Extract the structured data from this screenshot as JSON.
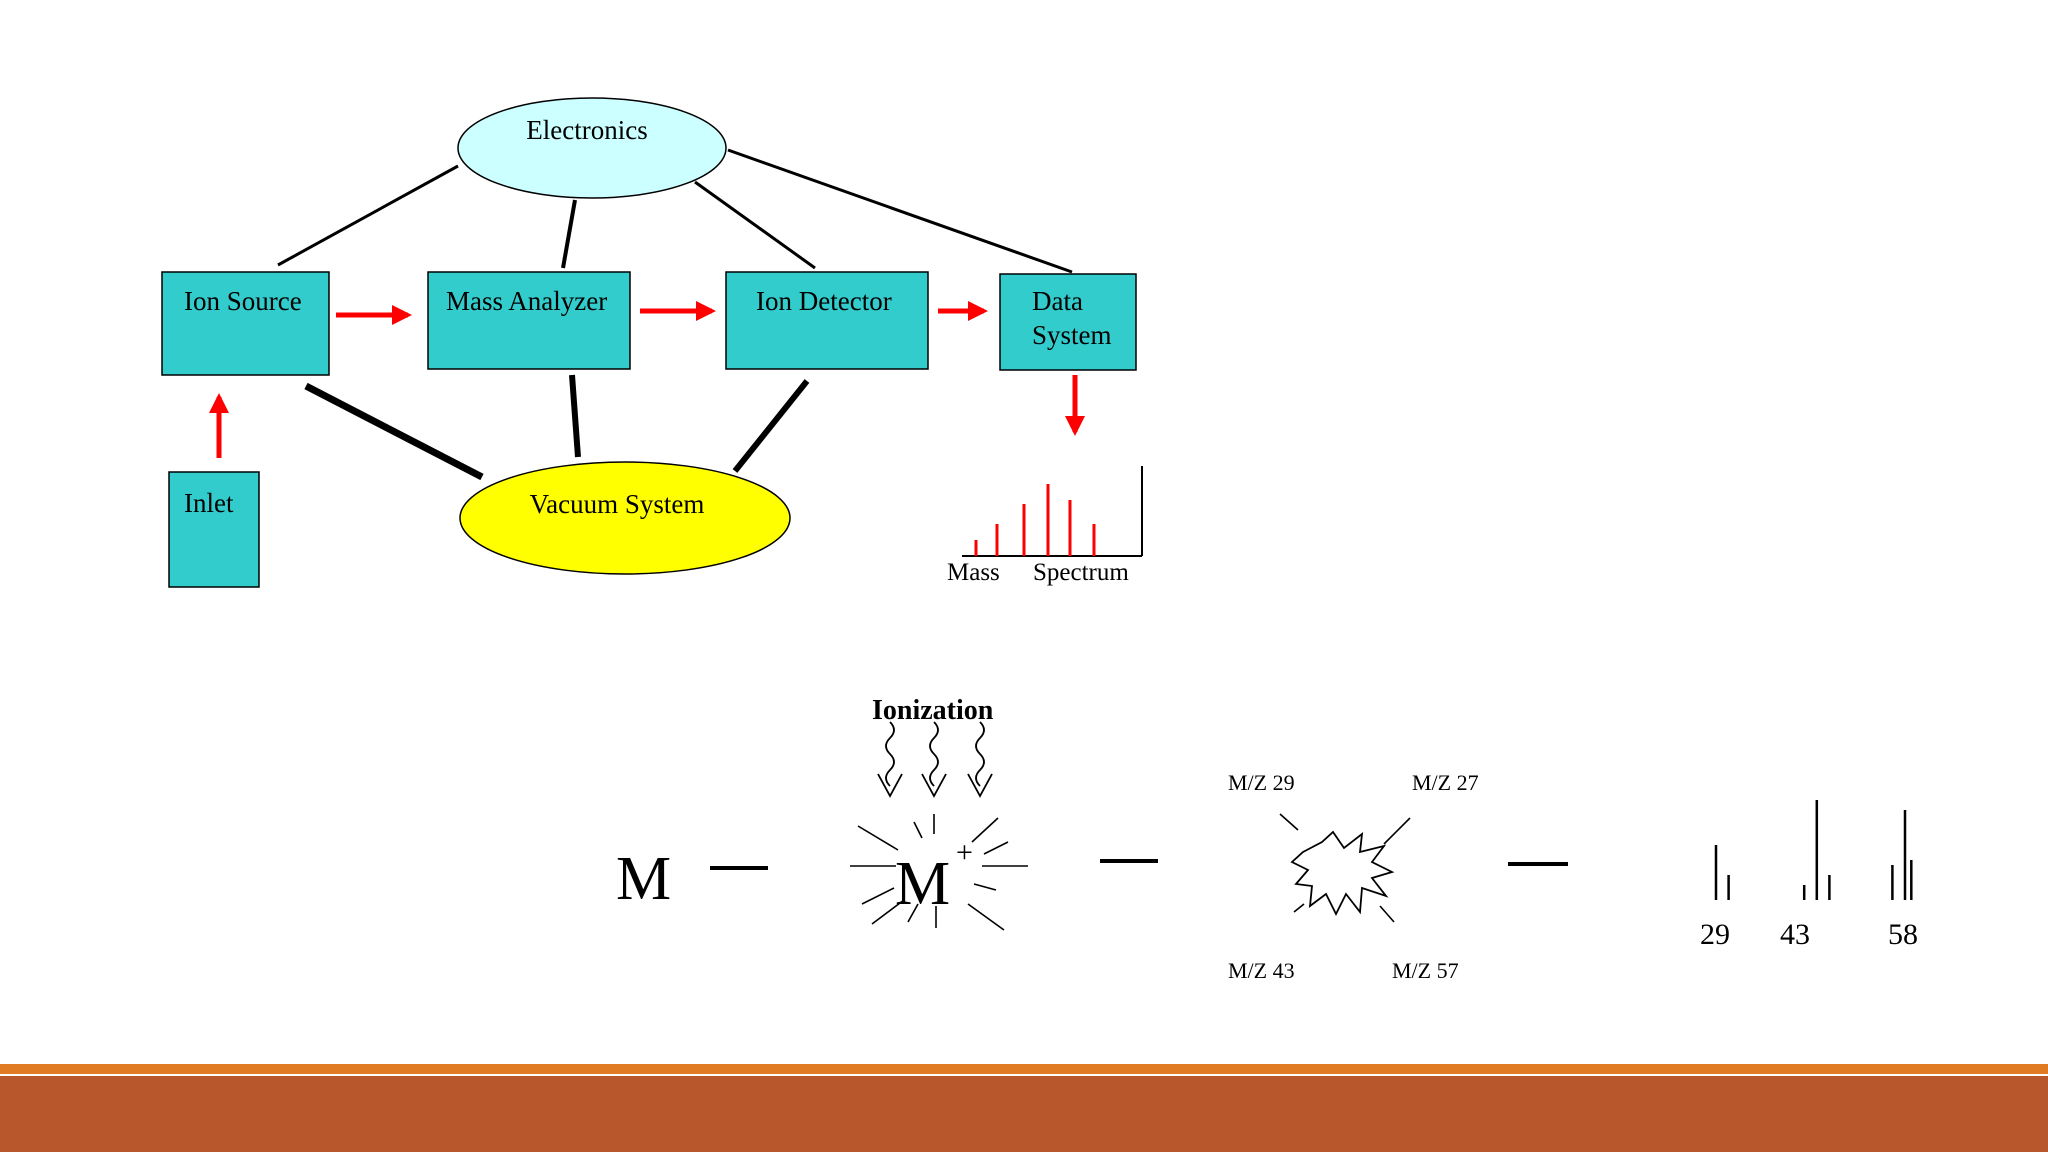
{
  "diagram": {
    "nodes": {
      "electronics": "Electronics",
      "ion_source": "Ion Source",
      "mass_analyzer": "Mass Analyzer",
      "ion_detector": "Ion Detector",
      "data_system_line1": "Data",
      "data_system_line2": "System",
      "inlet": "Inlet",
      "vacuum_system": "Vacuum System"
    },
    "spectrum_label_mass": "Mass",
    "spectrum_label_spectrum": "Spectrum",
    "spectrum_peaks": [
      0.2,
      0.4,
      0.65,
      0.9,
      0.7,
      0.4
    ]
  },
  "ionization": {
    "title": "Ionization",
    "molecule": "M",
    "ion": "M",
    "ion_charge": "+",
    "fragments": {
      "top_left": "M/Z 29",
      "top_right": "M/Z 27",
      "bottom_left": "M/Z 43",
      "bottom_right": "M/Z 57"
    },
    "spectrum_ticks": [
      "29",
      "43",
      "58"
    ],
    "spectrum_peaks": [
      {
        "mz": 27,
        "rel": 0.55
      },
      {
        "mz": 29,
        "rel": 0.25
      },
      {
        "mz": 41,
        "rel": 0.15
      },
      {
        "mz": 43,
        "rel": 1.0
      },
      {
        "mz": 45,
        "rel": 0.25
      },
      {
        "mz": 55,
        "rel": 0.35
      },
      {
        "mz": 57,
        "rel": 0.9
      },
      {
        "mz": 58,
        "rel": 0.4
      }
    ]
  },
  "colors": {
    "box_fill": "#33cccc",
    "electronics_fill": "#ccffff",
    "vacuum_fill": "#ffff00",
    "arrow": "#ff0000",
    "footer_thin": "#e07b23",
    "footer_thick": "#b8572c"
  }
}
